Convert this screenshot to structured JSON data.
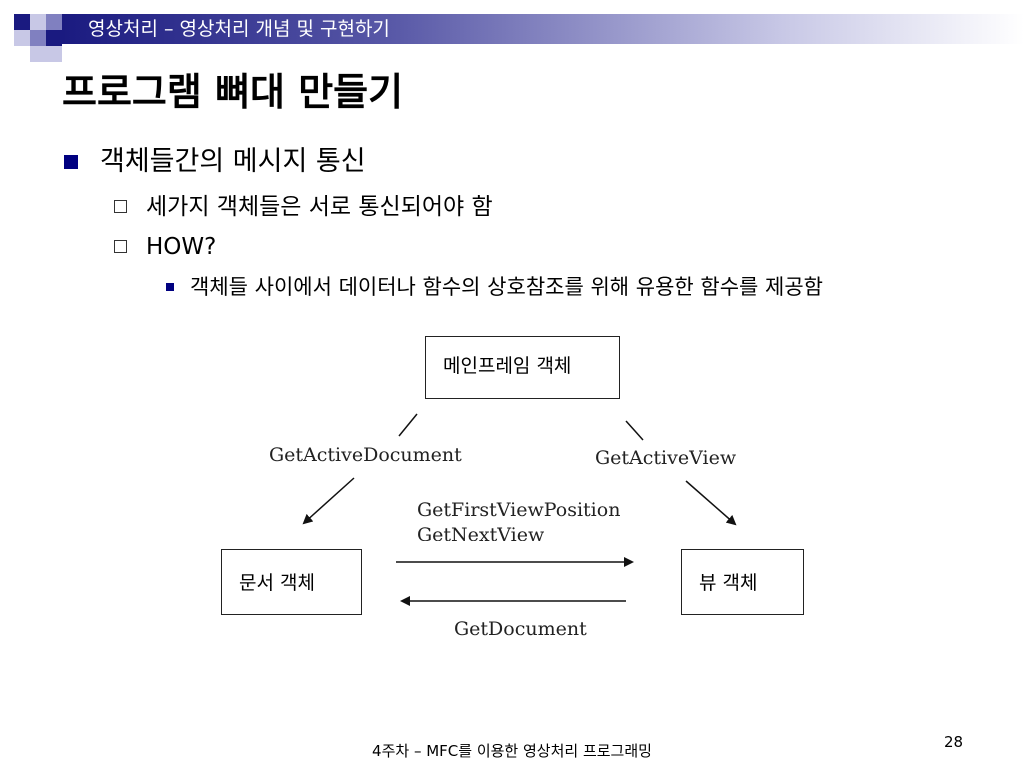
{
  "header": {
    "text": "영상처리 – 영상처리 개념 및 구현하기"
  },
  "slide": {
    "title": "프로그램 뼈대 만들기",
    "bullets": {
      "level1": "객체들간의 메시지 통신",
      "level2": [
        "세가지 객체들은 서로 통신되어야 함",
        "HOW?"
      ],
      "level3": "객체들 사이에서 데이터나 함수의 상호참조를 위해 유용한 함수를 제공함"
    }
  },
  "diagram": {
    "boxes": {
      "mainframe": "메인프레임 객체",
      "document": "문서 객체",
      "view": "뷰 객체"
    },
    "labels": {
      "get_active_document": "GetActiveDocument",
      "get_active_view": "GetActiveView",
      "get_first_view_position": "GetFirstViewPosition",
      "get_next_view": "GetNextView",
      "get_document": "GetDocument"
    }
  },
  "footer": {
    "text": "4주차 – MFC를 이용한 영상처리 프로그래밍",
    "page_number": "28"
  },
  "colors": {
    "accent": "#000080",
    "header_dark": "#1a1a80"
  }
}
